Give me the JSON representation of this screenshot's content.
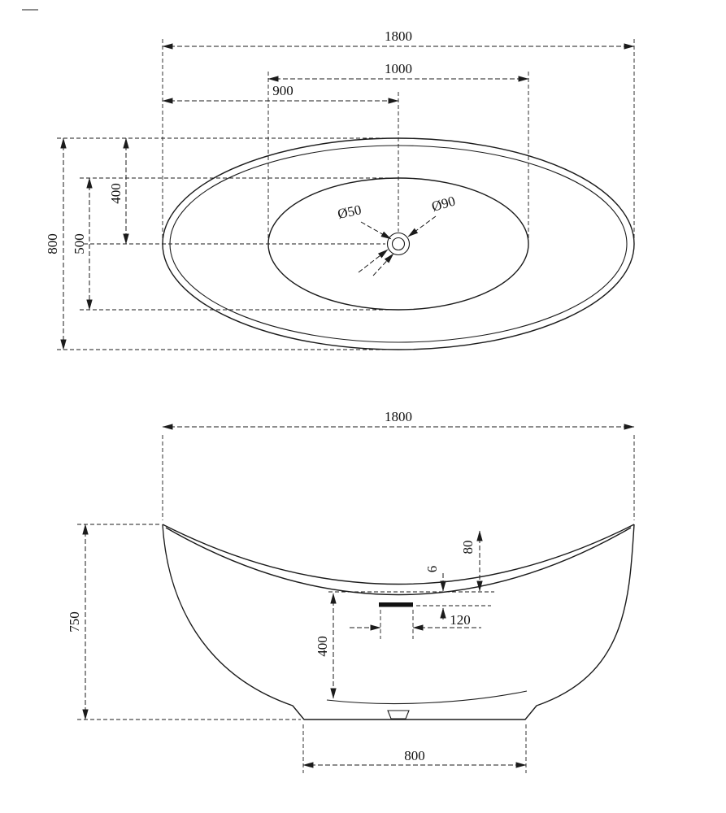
{
  "drawing_title": "bathtub-dimension-drawing",
  "plan": {
    "dim_length_overall": "1800",
    "dim_length_inner": "1000",
    "dim_length_half": "900",
    "dim_width_overall": "800",
    "dim_width_inner": "500",
    "dim_width_half": "400",
    "dim_drain_inner": "Ø50",
    "dim_drain_outer": "Ø90"
  },
  "elevation": {
    "dim_length_overall": "1800",
    "dim_height": "750",
    "dim_depth": "400",
    "dim_overflow_drop": "80",
    "dim_overflow_gap": "6",
    "dim_overflow_width": "120",
    "dim_base_length": "800"
  },
  "colors": {
    "line": "#1b1b1b",
    "background": "#ffffff"
  }
}
